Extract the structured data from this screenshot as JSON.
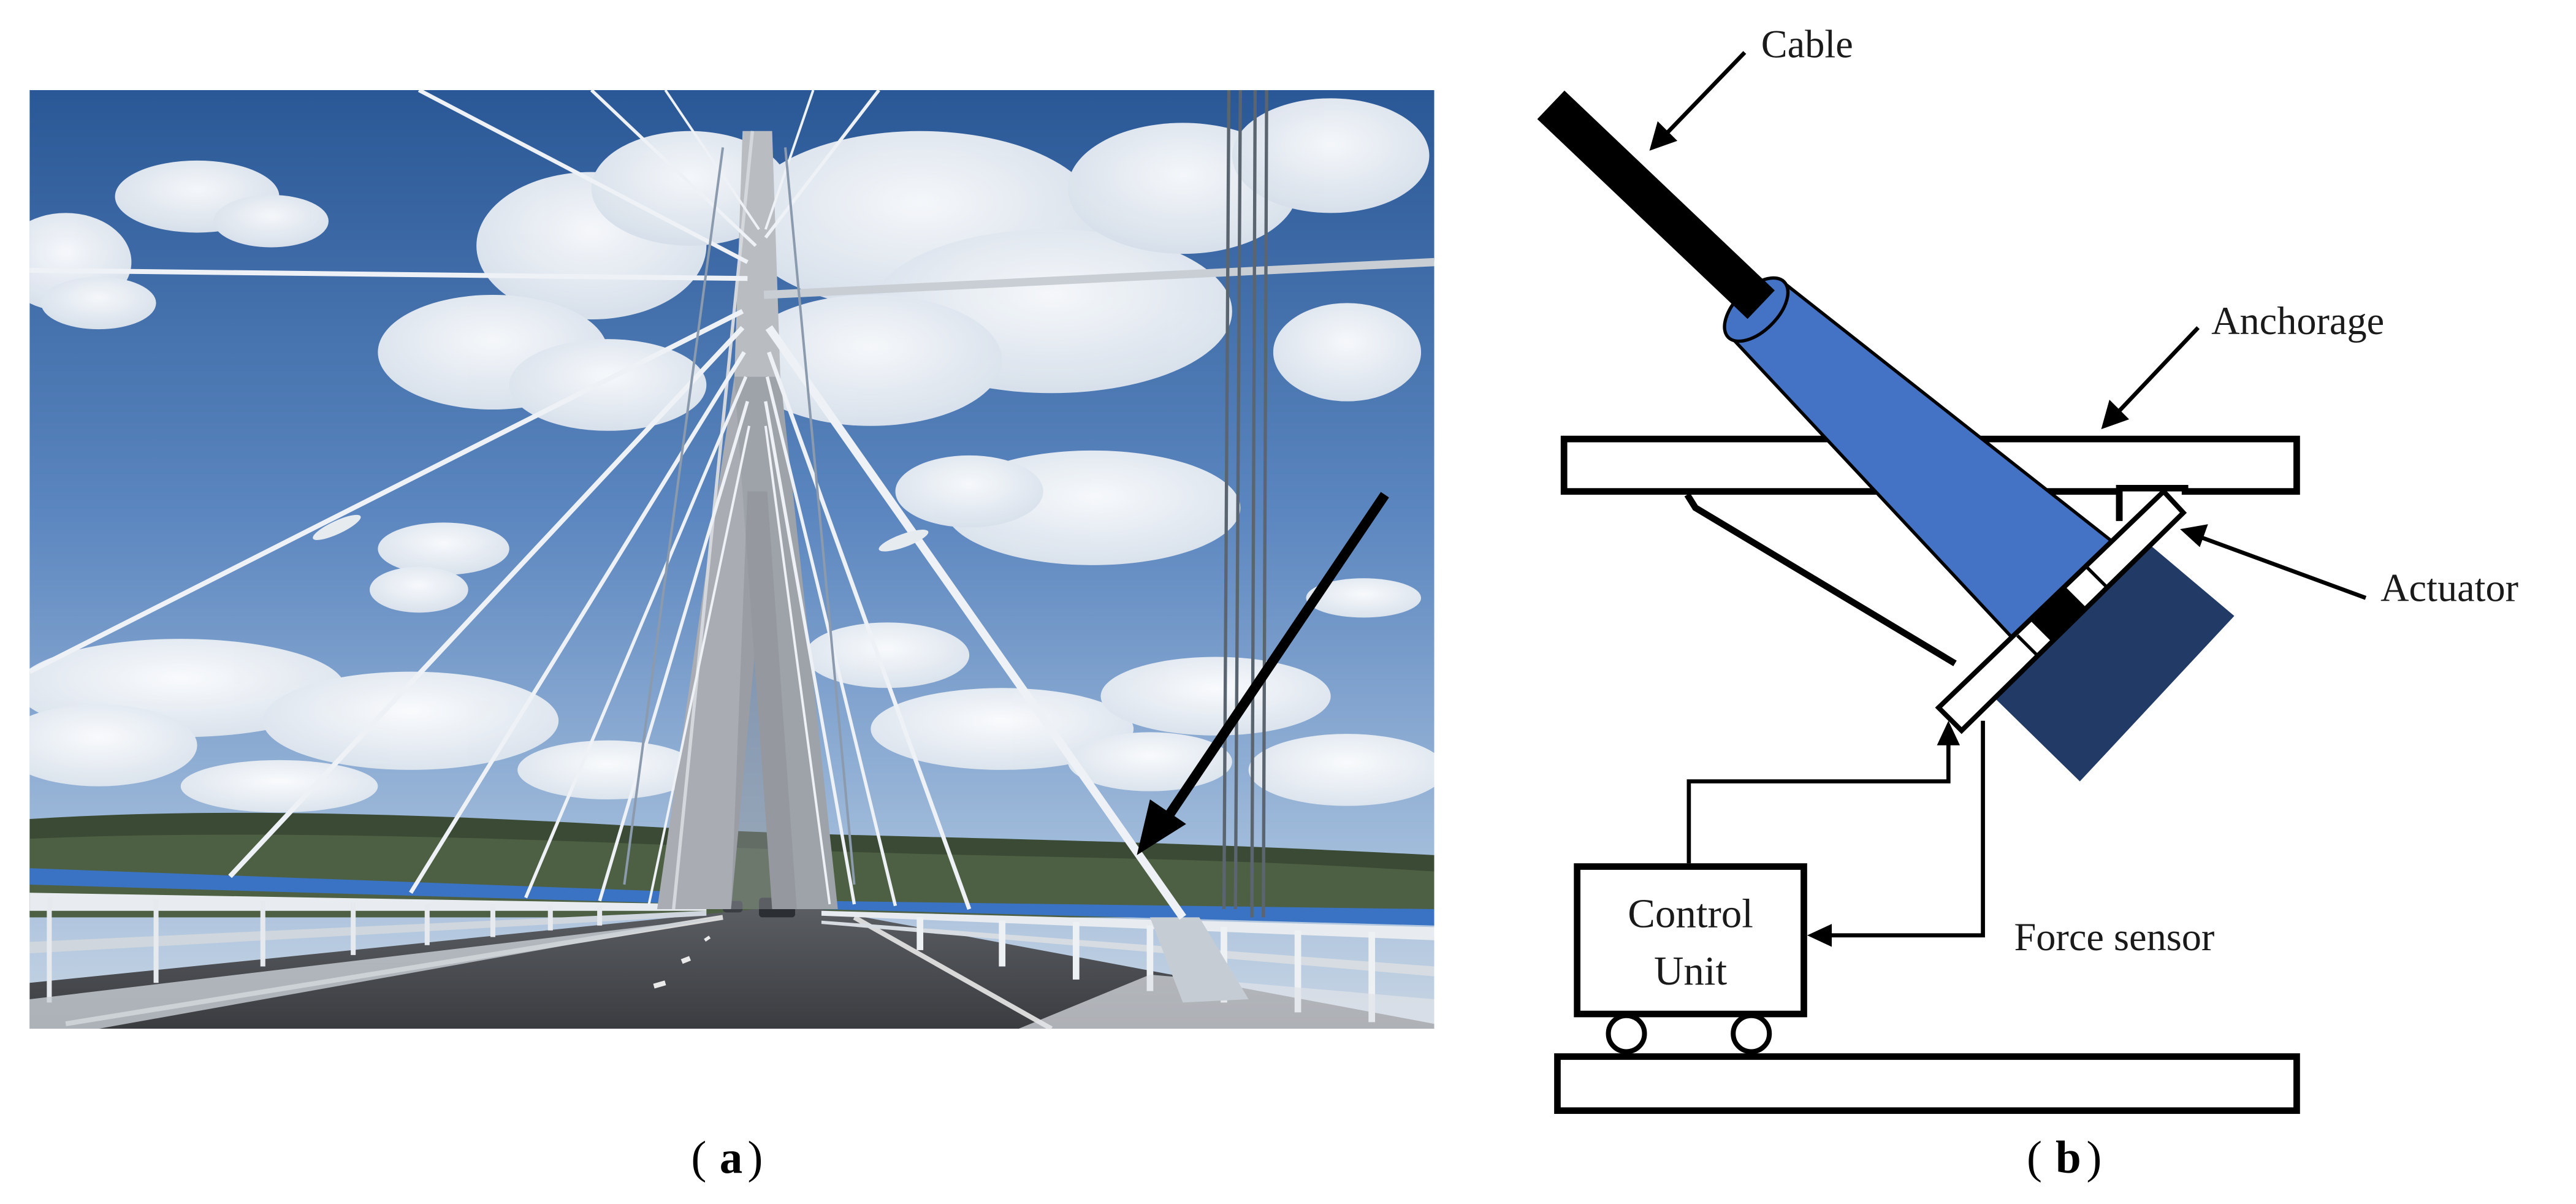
{
  "panel_a": {
    "caption_letter": "a",
    "colors": {
      "sky_top": "#2f5f9e",
      "sky_mid": "#5b86bf",
      "sky_low": "#8fb0d6",
      "road": "#4a4d52",
      "rail": "#3a73c4",
      "arrow": "#000000"
    }
  },
  "panel_b": {
    "caption_letter": "b",
    "labels": {
      "cable": "Cable",
      "anchorage": "Anchorage",
      "actuator": "Actuator",
      "force_sensor": "Force sensor",
      "control_unit_line1": "Control",
      "control_unit_line2": "Unit"
    },
    "colors": {
      "anchorage_blue": "#4472c4",
      "actuator_navy": "#223a66",
      "cable": "#000000",
      "frame": "#000000"
    }
  }
}
